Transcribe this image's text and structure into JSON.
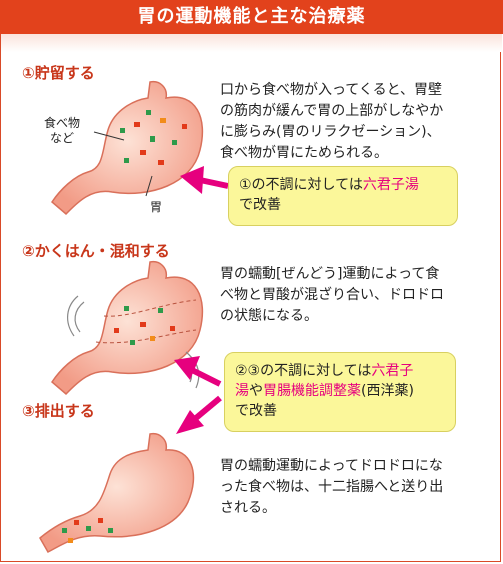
{
  "title": "胃の運動機能と主な治療薬",
  "steps": [
    {
      "heading": "①貯留する",
      "lines": [
        "口から食べ物が入ってくると、胃壁",
        "の筋肉が緩んで胃の上部がしなやか",
        "に膨らみ(胃のリラクゼーション)、",
        "食べ物が胃にためられる。"
      ]
    },
    {
      "heading": "②かくはん・混和する",
      "lines": [
        "胃の蠕動[ぜんどう]運動によって食",
        "べ物と胃酸が混ざり合い、ドロドロ",
        "の状態になる。"
      ]
    },
    {
      "heading": "③排出する",
      "lines": [
        "胃の蠕動運動によってドロドロにな",
        "った食べ物は、十二指腸へと送り出",
        "される。"
      ]
    }
  ],
  "labels": {
    "food": "食べ物",
    "food2": "など",
    "stomach": "胃"
  },
  "callout1": {
    "pre": "①の不調に対しては",
    "drug": "六君子湯",
    "post": "で改善"
  },
  "callout2": {
    "pre": "②③の不調に対しては",
    "drug1a": "六君子",
    "drug1b": "湯",
    "mid": "や",
    "drug2": "胃腸機能調整薬",
    "post": "(西洋薬)",
    "post2": "で改善"
  },
  "colors": {
    "accent": "#e2421c",
    "highlight": "#e6007e",
    "callout_bg": "#fbf79a",
    "arrow": "#e6007e"
  }
}
